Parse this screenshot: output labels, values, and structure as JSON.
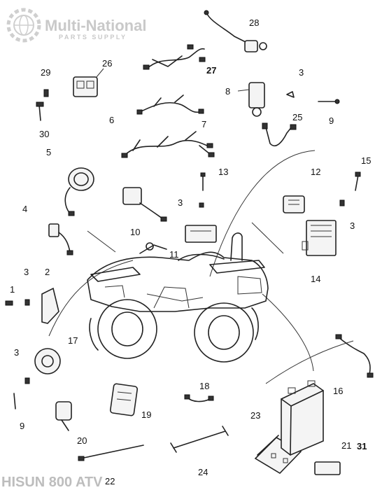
{
  "logo": {
    "name": "Multi-National",
    "tagline": "PARTS SUPPLY"
  },
  "footer": {
    "model_label": "HISUN 800 ATV"
  },
  "callouts": [
    "1",
    "2",
    "3",
    "3",
    "3",
    "3",
    "4",
    "5",
    "6",
    "7",
    "8",
    "9",
    "9",
    "10",
    "11",
    "12",
    "13",
    "14",
    "15",
    "16",
    "17",
    "18",
    "19",
    "20",
    "21",
    "22",
    "23",
    "24",
    "25",
    "26",
    "27",
    "28",
    "29",
    "30",
    "31"
  ]
}
